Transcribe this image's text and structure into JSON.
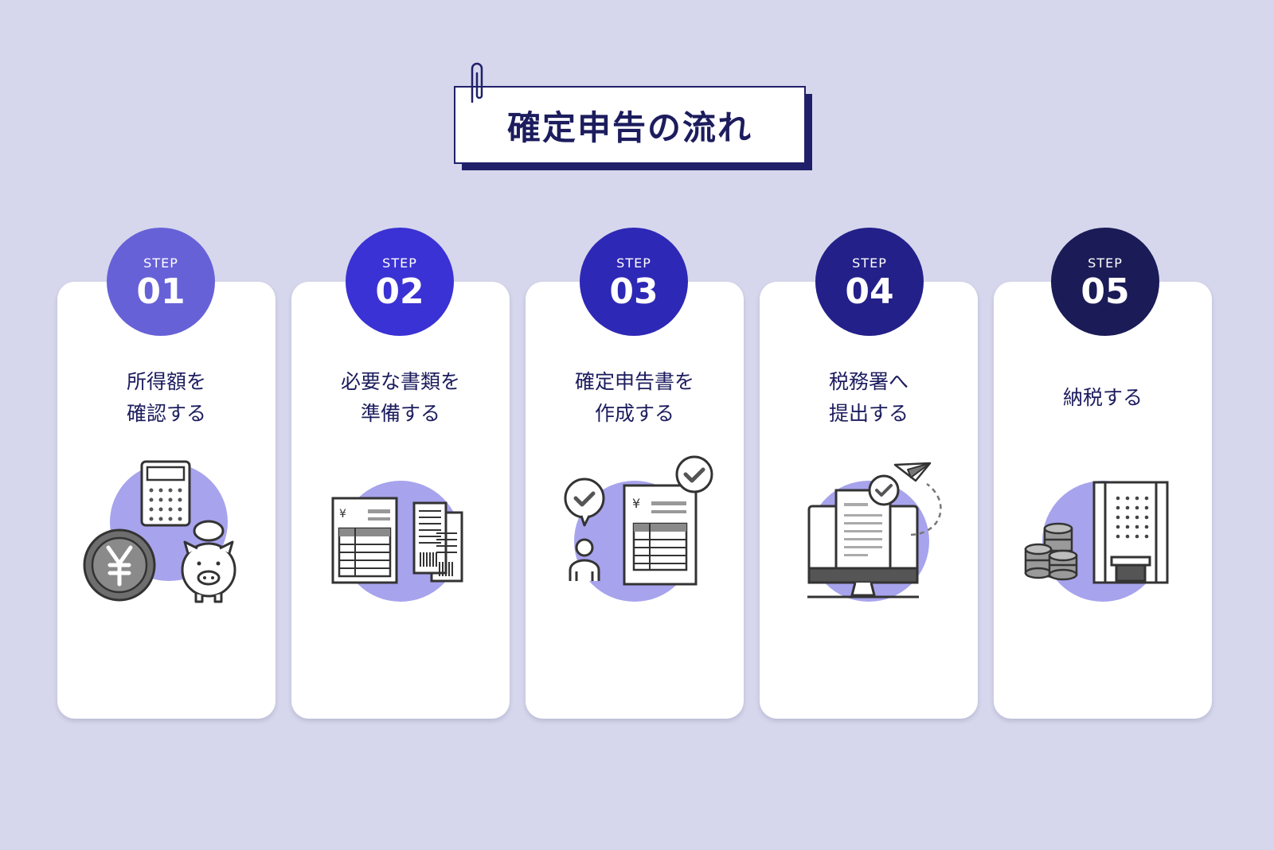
{
  "title": "確定申告の流れ",
  "step_prefix": "STEP",
  "colors": {
    "background": "#d6d7ec",
    "title": "#1c1c5e",
    "accent_light": "#a7a3ec",
    "badges": [
      "#6761d8",
      "#3a32d4",
      "#2e28b6",
      "#23208a",
      "#1b1b58"
    ]
  },
  "steps": [
    {
      "number": "01",
      "line1": "所得額を",
      "line2": "確認する",
      "icon": "calculator-yen-piggybank-icon"
    },
    {
      "number": "02",
      "line1": "必要な書類を",
      "line2": "準備する",
      "icon": "documents-receipts-icon"
    },
    {
      "number": "03",
      "line1": "確定申告書を",
      "line2": "作成する",
      "icon": "person-document-check-icon"
    },
    {
      "number": "04",
      "line1": "税務署へ",
      "line2": "提出する",
      "icon": "computer-paper-plane-icon"
    },
    {
      "number": "05",
      "line1": "納税する",
      "line2": "",
      "icon": "coins-building-icon"
    }
  ]
}
